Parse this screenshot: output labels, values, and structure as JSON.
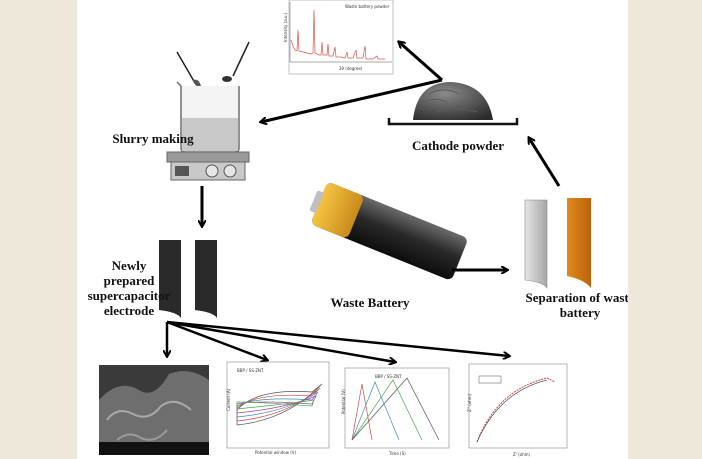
{
  "labels": {
    "slurry_making": "Slurry making",
    "cathode_powder": "Cathode powder",
    "newly_prepared_electrode": [
      "Newly",
      "prepared",
      "supercapacitor",
      "electrode"
    ],
    "waste_battery": "Waste Battery",
    "separation_of_waste_battery": [
      "Separation of waste",
      "battery"
    ]
  },
  "xrd_panel": {
    "legend": "Waste battery powder",
    "xlabel": "2θ (degree)",
    "ylabel": "Intensity (a.u.)"
  },
  "cv_panel": {
    "title": "BBP / SS-ZNT",
    "xlabel": "Potential window (V)",
    "ylabel": "Current (A)"
  },
  "gcd_panel": {
    "title": "BBP / SS-ZNT",
    "xlabel": "Time (S)",
    "ylabel": "Potential (V)"
  },
  "nyquist_panel": {
    "xlabel": "Z' (ohm)",
    "ylabel": "Z'' (ohm)"
  },
  "colors": {
    "page_background": "#ede8d9",
    "canvas_background": "#ffffff",
    "cathode_strip": "#d97a0f",
    "anode_strip": "#b9b9b9",
    "xrd_line": "#d9534f",
    "arrow": "#000000"
  }
}
